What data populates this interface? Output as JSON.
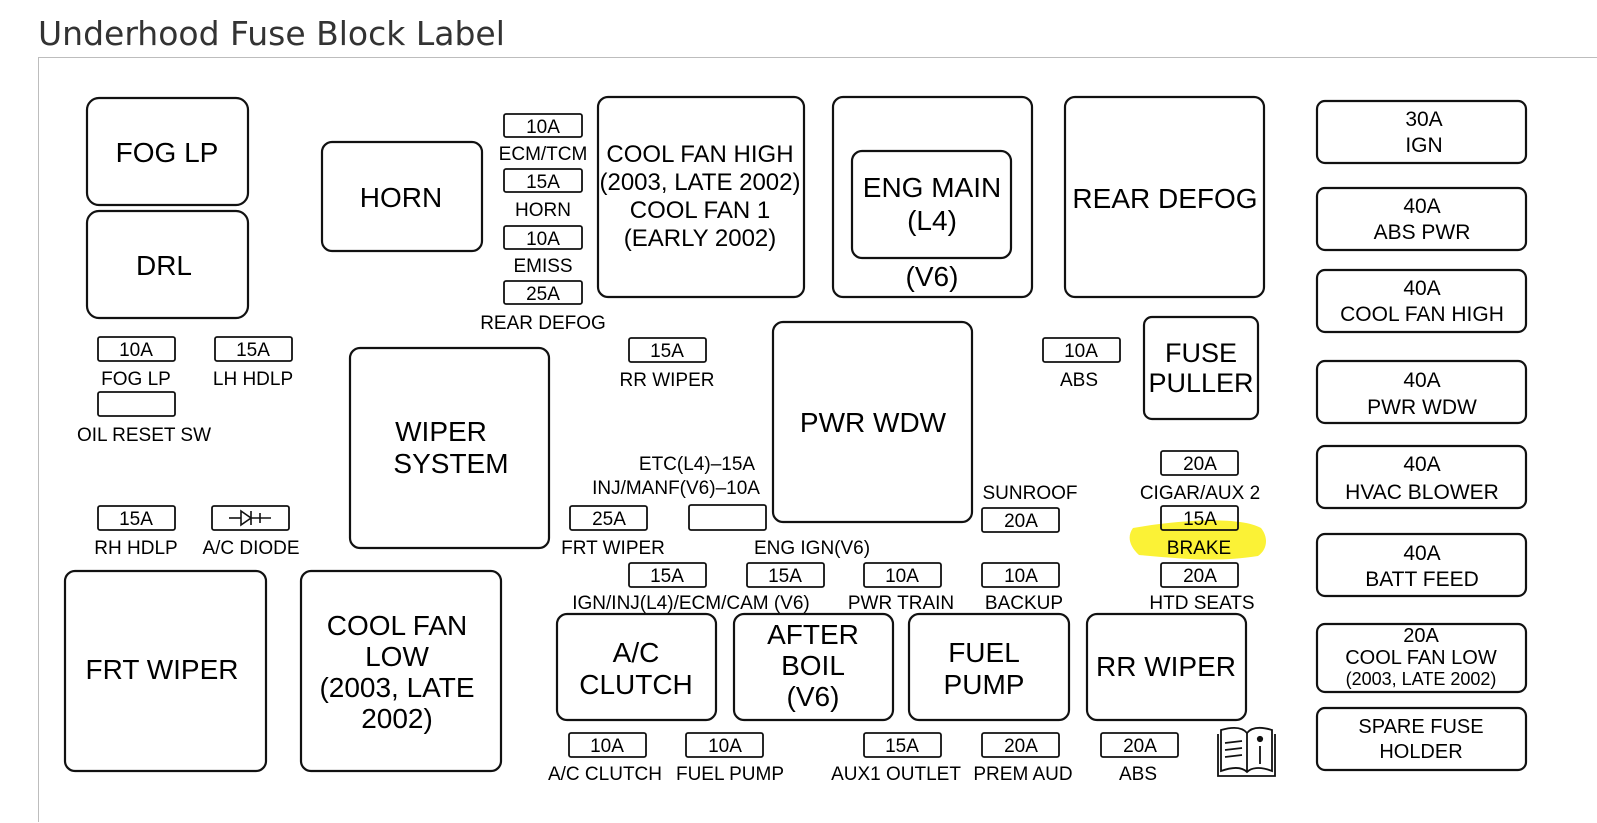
{
  "page": {
    "title": "Underhood Fuse Block Label"
  },
  "colors": {
    "highlight": "#fbf236",
    "outline": "#111111",
    "title": "#333333"
  },
  "relays": {
    "fog_lp": "FOG LP",
    "drl": "DRL",
    "horn": "HORN",
    "wiper_system": [
      "WIPER",
      "SYSTEM"
    ],
    "frt_wiper": "FRT WIPER",
    "cool_fan_low": [
      "COOL FAN",
      "LOW",
      "(2003, LATE",
      "2002)"
    ],
    "cool_fan_high": [
      "COOL FAN HIGH",
      "(2003, LATE 2002)",
      "COOL FAN 1",
      "(EARLY 2002)"
    ],
    "eng_main": [
      "ENG MAIN",
      "(L4)"
    ],
    "eng_main_v6": "(V6)",
    "rear_defog": "REAR DEFOG",
    "pwr_wdw": "PWR WDW",
    "fuse_puller": [
      "FUSE",
      "PULLER"
    ],
    "ac_clutch": [
      "A/C",
      "CLUTCH"
    ],
    "after_boil": [
      "AFTER",
      "BOIL",
      "(V6)"
    ],
    "fuel_pump": [
      "FUEL",
      "PUMP"
    ],
    "rr_wiper": "RR WIPER"
  },
  "fuses": {
    "ecm_tcm": {
      "amp": "10A",
      "label": "ECM/TCM"
    },
    "horn": {
      "amp": "15A",
      "label": "HORN"
    },
    "emiss": {
      "amp": "10A",
      "label": "EMISS"
    },
    "rear_defog": {
      "amp": "25A",
      "label": "REAR DEFOG"
    },
    "fog_lp": {
      "amp": "10A",
      "label": "FOG LP"
    },
    "lh_hdlp": {
      "amp": "15A",
      "label": "LH HDLP"
    },
    "oil_reset_sw": {
      "label": "OIL RESET SW"
    },
    "rh_hdlp": {
      "amp": "15A",
      "label": "RH HDLP"
    },
    "ac_diode": {
      "label": "A/C DIODE"
    },
    "rr_wiper": {
      "amp": "15A",
      "label": "RR WIPER"
    },
    "etc_l4": {
      "label": "ETC(L4)–15A"
    },
    "inj_manf_v6": {
      "label": "INJ/MANF(V6)–10A"
    },
    "frt_wiper": {
      "amp": "25A",
      "label": "FRT WIPER"
    },
    "eng_ign_v6": {
      "label": "ENG IGN(V6)"
    },
    "ign_inj": {
      "amp": "15A"
    },
    "ecm_cam": {
      "amp": "15A"
    },
    "ign_inj_ecm_label": "IGN/INJ(L4)/ECM/CAM (V6)",
    "pwr_train": {
      "amp": "10A",
      "label": "PWR TRAIN"
    },
    "backup": {
      "amp": "10A",
      "label": "BACKUP"
    },
    "sunroof": {
      "amp": "20A",
      "label": "SUNROOF"
    },
    "abs_small": {
      "amp": "10A",
      "label": "ABS"
    },
    "cigar_aux2": {
      "amp": "20A",
      "label": "CIGAR/AUX 2"
    },
    "brake": {
      "amp": "15A",
      "label": "BRAKE"
    },
    "htd_seats": {
      "amp": "20A",
      "label": "HTD SEATS"
    },
    "ac_clutch": {
      "amp": "10A",
      "label": "A/C CLUTCH"
    },
    "fuel_pump": {
      "amp": "10A",
      "label": "FUEL PUMP"
    },
    "aux1_outlet": {
      "amp": "15A",
      "label": "AUX1 OUTLET"
    },
    "prem_aud": {
      "amp": "20A",
      "label": "PREM AUD"
    },
    "abs_bottom": {
      "amp": "20A",
      "label": "ABS"
    }
  },
  "maxi_fuses": [
    {
      "amp": "30A",
      "label": "IGN"
    },
    {
      "amp": "40A",
      "label": "ABS PWR"
    },
    {
      "amp": "40A",
      "label": "COOL FAN HIGH"
    },
    {
      "amp": "40A",
      "label": "PWR WDW"
    },
    {
      "amp": "40A",
      "label": "HVAC BLOWER"
    },
    {
      "amp": "40A",
      "label": "BATT FEED"
    },
    {
      "amp": "20A",
      "label": "COOL FAN LOW",
      "note": "(2003, LATE 2002)"
    },
    {
      "amp": "",
      "label": "SPARE FUSE",
      "note": "HOLDER"
    }
  ],
  "icons": {
    "diode": "diode-symbol-icon",
    "manual": "owners-manual-icon"
  }
}
